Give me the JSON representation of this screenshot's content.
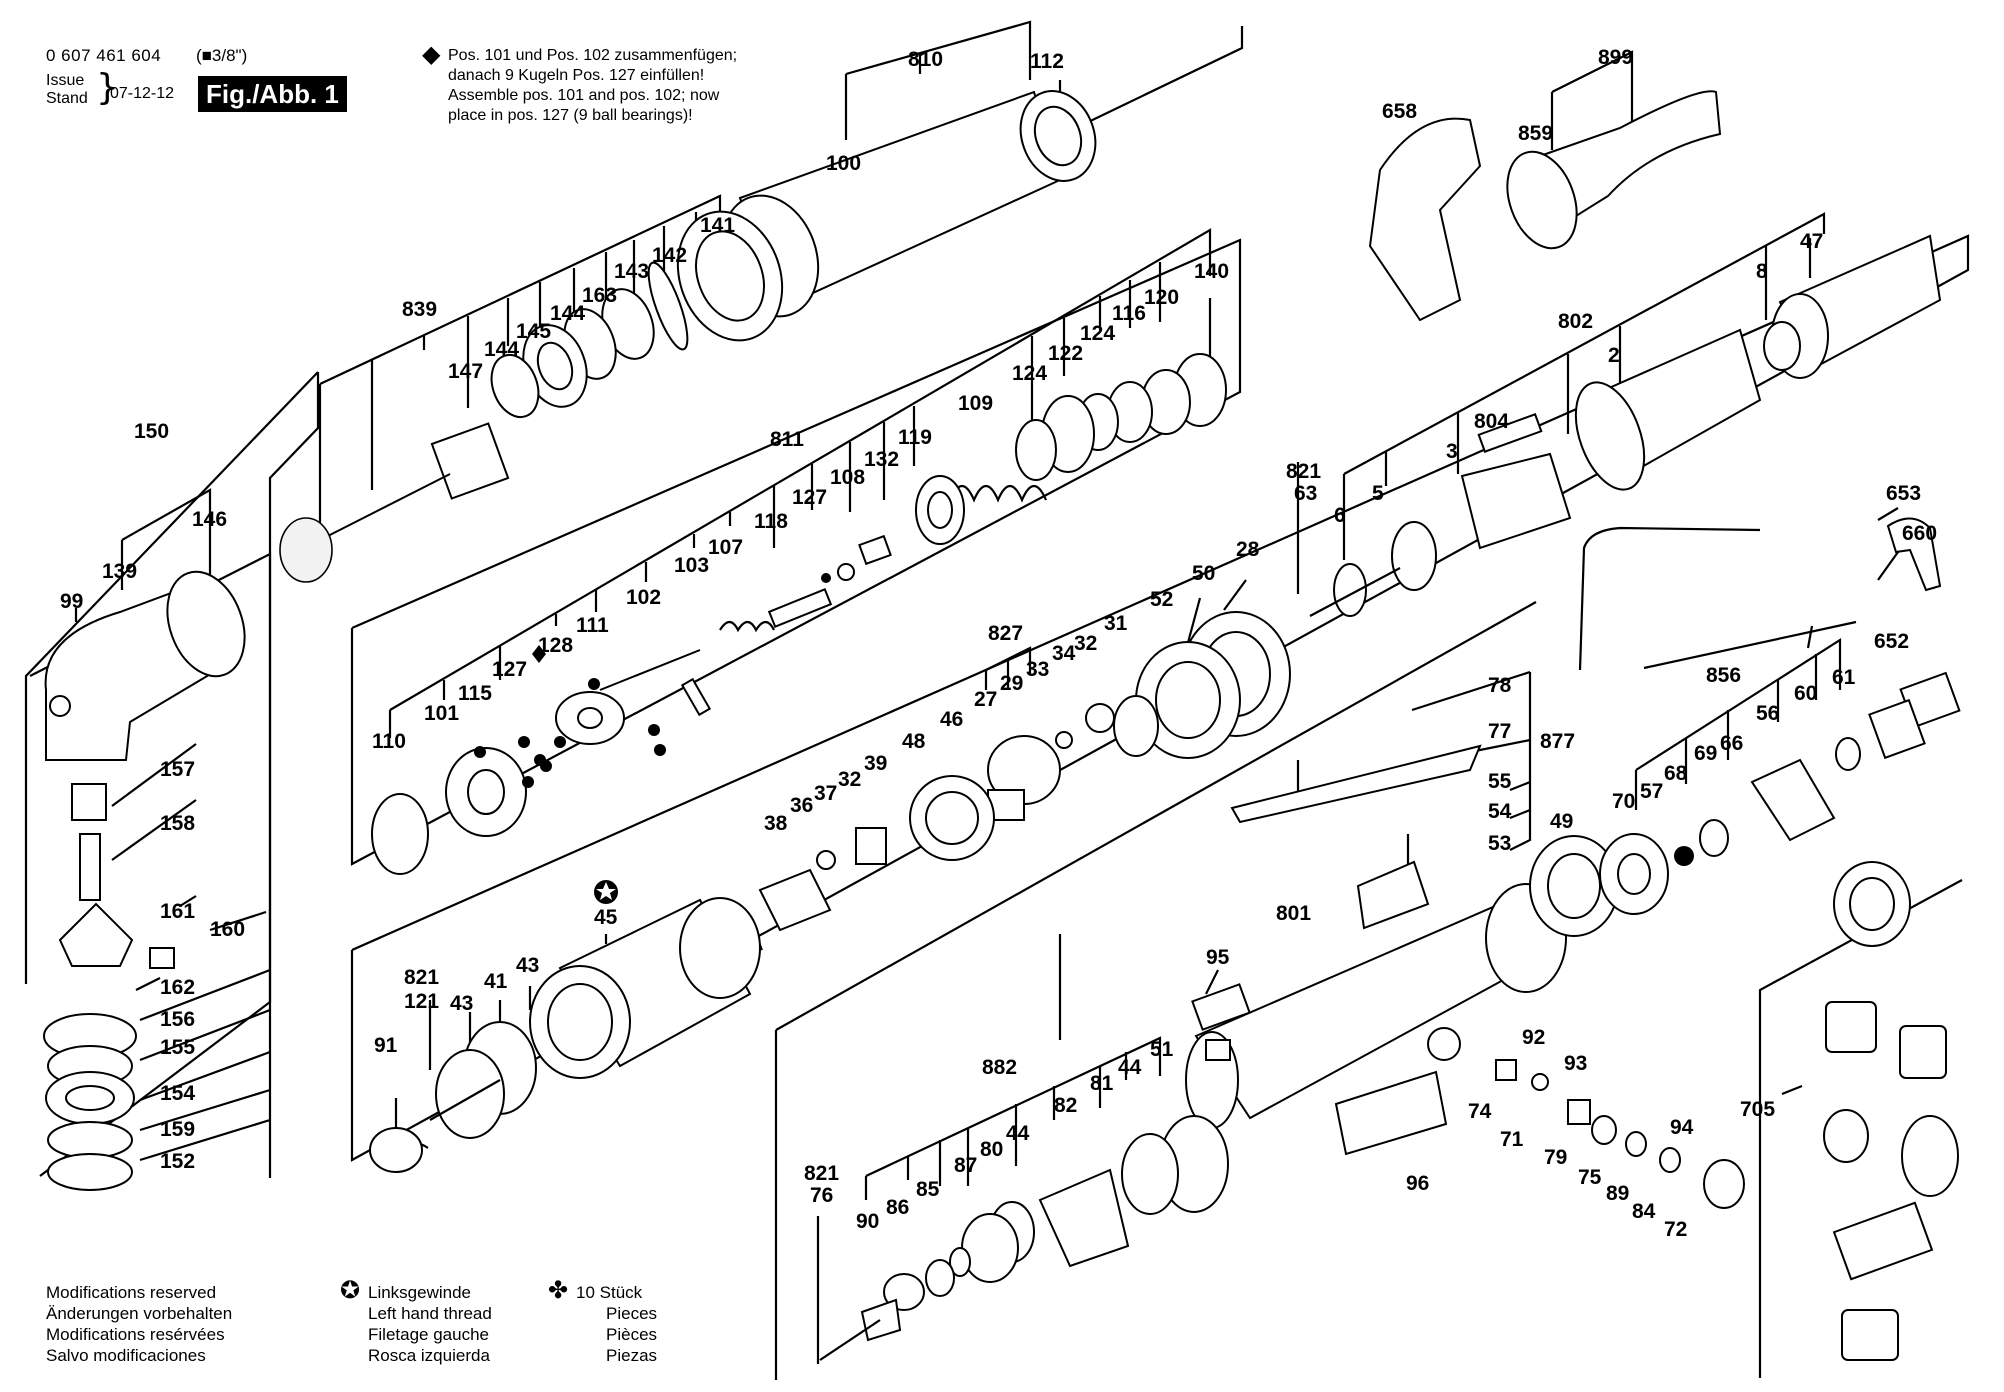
{
  "header": {
    "part_number": "0 607 461 604",
    "drive": "(■3/8\")",
    "issue_label_1": "Issue",
    "issue_label_2": "Stand",
    "issue_date": "07-12-12",
    "figure_label": "Fig./Abb. 1"
  },
  "note": {
    "symbol": "diamond",
    "lines": [
      "Pos. 101 und Pos. 102 zusammenfügen;",
      "danach 9 Kugeln Pos. 127 einfüllen!",
      "Assemble pos. 101 and pos. 102; now",
      "place in pos. 127 (9 ball bearings)!"
    ]
  },
  "footer": {
    "modifications": [
      "Modifications reserved",
      "Änderungen vorbehalten",
      "Modifications resérvées",
      "Salvo modificaciones"
    ],
    "left_thread": [
      "Linksgewinde",
      "Left hand thread",
      "Filetage gauche",
      "Rosca izquierda"
    ],
    "count": [
      "10 Stück",
      "Pieces",
      "Pièces",
      "Piezas"
    ]
  },
  "labels": {
    "l810": "810",
    "l112": "112",
    "l100": "100",
    "l899": "899",
    "l859": "859",
    "l658": "658",
    "l141": "141",
    "l142": "142",
    "l143": "143",
    "l163": "163",
    "l144a": "144",
    "l145": "145",
    "l144b": "144",
    "l147": "147",
    "l839": "839",
    "l140": "140",
    "l120": "120",
    "l116": "116",
    "l124a": "124",
    "l122": "122",
    "l124b": "124",
    "l109": "109",
    "l119": "119",
    "l132": "132",
    "l108": "108",
    "l127a": "127",
    "l118": "118",
    "l811": "811",
    "l107": "107",
    "l103": "103",
    "l102": "102",
    "l111": "111",
    "l128": "128",
    "l127b": "127",
    "l115": "115",
    "l101": "101",
    "l110": "110",
    "l150": "150",
    "l146": "146",
    "l139": "139",
    "l99": "99",
    "l157": "157",
    "l158": "158",
    "l161": "161",
    "l160": "160",
    "l162": "162",
    "l156": "156",
    "l155": "155",
    "l154": "154",
    "l159": "159",
    "l152": "152",
    "l47": "47",
    "l8": "8",
    "l802": "802",
    "l2": "2",
    "l804": "804",
    "l3": "3",
    "l821a": "821",
    "l63": "63",
    "l6": "6",
    "l5": "5",
    "l653": "653",
    "l660": "660",
    "l652": "652",
    "l28": "28",
    "l50": "50",
    "l52": "52",
    "l827": "827",
    "l27": "27",
    "l29": "29",
    "l33": "33",
    "l34": "34",
    "l32a": "32",
    "l31": "31",
    "l48": "48",
    "l46": "46",
    "l38": "38",
    "l36": "36",
    "l37": "37",
    "l32b": "32",
    "l39": "39",
    "l45": "45",
    "l78": "78",
    "l77": "77",
    "l877": "877",
    "l55": "55",
    "l54": "54",
    "l53": "53",
    "l856": "856",
    "l61": "61",
    "l60": "60",
    "l56": "56",
    "l66": "66",
    "l69": "69",
    "l68": "68",
    "l57": "57",
    "l70": "70",
    "l49": "49",
    "l821b": "821",
    "l121": "121",
    "l43a": "43",
    "l41": "41",
    "l43b": "43",
    "l91": "91",
    "l95": "95",
    "l801": "801",
    "l92": "92",
    "l93": "93",
    "l74": "74",
    "l71": "71",
    "l79": "79",
    "l75": "75",
    "l89": "89",
    "l84": "84",
    "l94": "94",
    "l72": "72",
    "l96": "96",
    "l705": "705",
    "l882": "882",
    "l51": "51",
    "l44a": "44",
    "l81": "81",
    "l82": "82",
    "l44b": "44",
    "l80": "80",
    "l87": "87",
    "l85": "85",
    "l86": "86",
    "l90": "90",
    "l821c": "821",
    "l76": "76"
  }
}
